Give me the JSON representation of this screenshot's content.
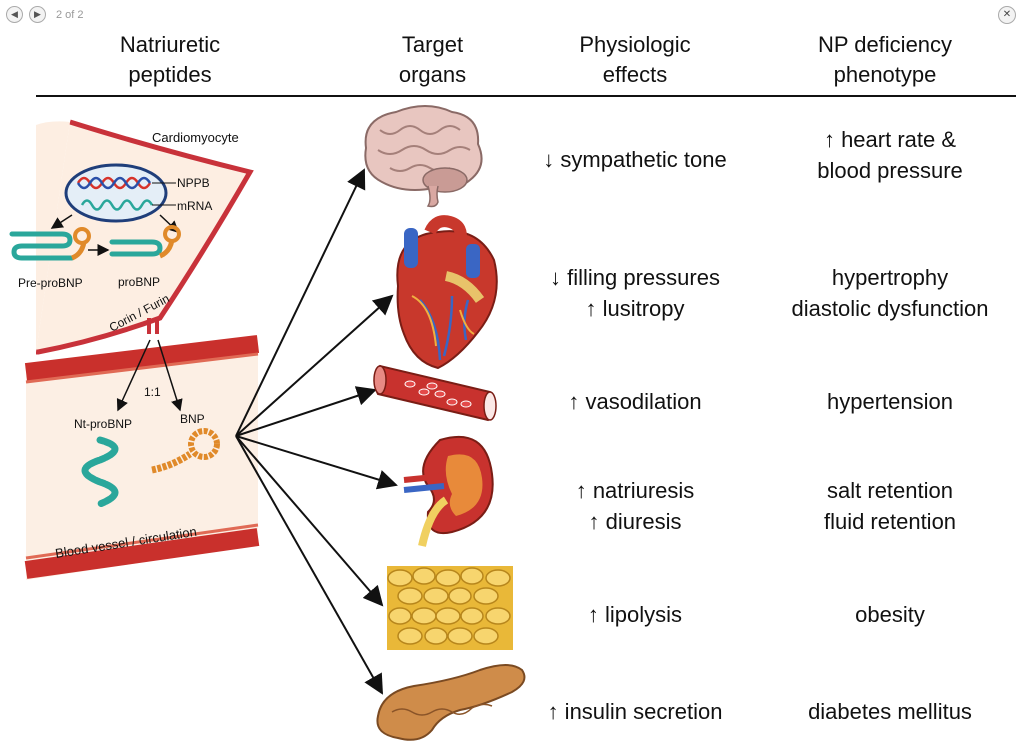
{
  "nav": {
    "prev_icon": "left-arrow-icon",
    "next_icon": "right-arrow-icon",
    "pager": "2 of 2",
    "close_icon": "close-icon"
  },
  "headers": {
    "col1": [
      "Natriuretic",
      "peptides"
    ],
    "col2": [
      "Target",
      "organs"
    ],
    "col3": [
      "Physiologic",
      "effects"
    ],
    "col4": [
      "NP deficiency",
      "phenotype"
    ]
  },
  "left_panel": {
    "cell": "Cardiomyocyte",
    "gene": "NPPB",
    "mrna": "mRNA",
    "pre": "Pre-proBNP",
    "pro": "proBNP",
    "enzyme": "Corin / Furin",
    "ratio": "1:1",
    "nt": "Nt-proBNP",
    "bnp": "BNP",
    "vessel": "Blood vessel / circulation"
  },
  "organs": [
    "brain-image",
    "heart-image",
    "blood-vessel-image",
    "kidney-image",
    "adipose-tissue-image",
    "pancreas-image"
  ],
  "rows": [
    {
      "effect": [
        "↓ sympathetic tone"
      ],
      "phenotype": [
        "↑ heart rate &",
        "blood pressure"
      ]
    },
    {
      "effect": [
        "↓ filling pressures",
        "↑ lusitropy"
      ],
      "phenotype": [
        "hypertrophy",
        "diastolic dysfunction"
      ]
    },
    {
      "effect": [
        "↑ vasodilation"
      ],
      "phenotype": [
        "hypertension"
      ]
    },
    {
      "effect": [
        "↑ natriuresis",
        "↑ diuresis"
      ],
      "phenotype": [
        "salt retention",
        "fluid retention"
      ]
    },
    {
      "effect": [
        "↑ lipolysis"
      ],
      "phenotype": [
        "obesity"
      ]
    },
    {
      "effect": [
        "↑ insulin secretion"
      ],
      "phenotype": [
        "diabetes mellitus"
      ]
    }
  ],
  "colors": {
    "membrane": "#c8323a",
    "teal": "#2aa79b",
    "orange": "#e08a2a",
    "vessel": "#c9302c"
  }
}
